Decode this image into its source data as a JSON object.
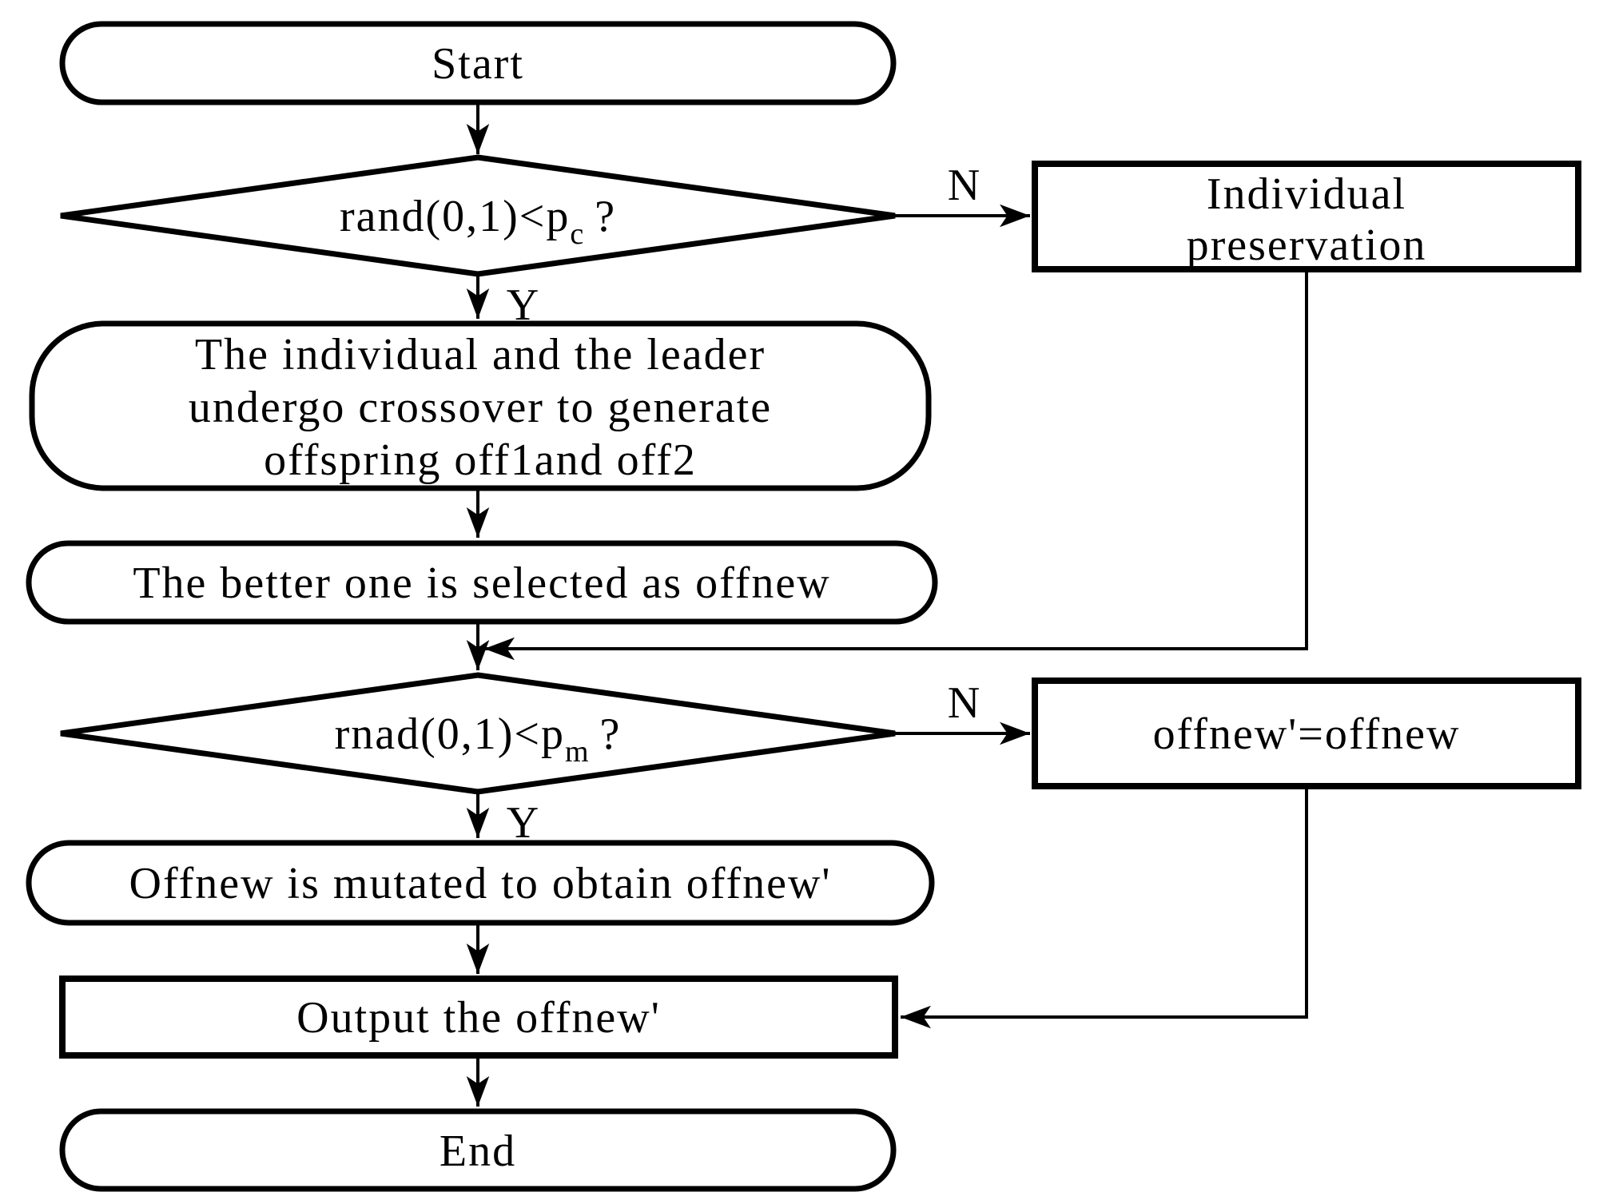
{
  "diagram": {
    "background": "#ffffff",
    "stroke_color": "#000000",
    "nodes": {
      "start": {
        "label": "Start"
      },
      "decision_crossover": {
        "text_main": "rand(0,1)<p",
        "text_sub": "c",
        "text_suffix": "?"
      },
      "individual_preservation": {
        "lines": [
          "Individual",
          "preservation"
        ]
      },
      "crossover": {
        "lines": [
          "The individual and the leader",
          "undergo crossover to generate",
          "offspring off1and off2"
        ]
      },
      "select_better": {
        "label": "The better one is selected as offnew"
      },
      "decision_mutation": {
        "text_main": "rnad(0,1)<p",
        "text_sub": "m",
        "text_suffix": "?"
      },
      "offnew_assign": {
        "label": "offnew'=offnew"
      },
      "mutate": {
        "label": "Offnew is mutated to obtain offnew'"
      },
      "output": {
        "label": "Output the offnew'"
      },
      "end": {
        "label": "End"
      }
    },
    "edge_labels": {
      "crossover_no": "N",
      "crossover_yes": "Y",
      "mutation_no": "N",
      "mutation_yes": "Y"
    }
  }
}
